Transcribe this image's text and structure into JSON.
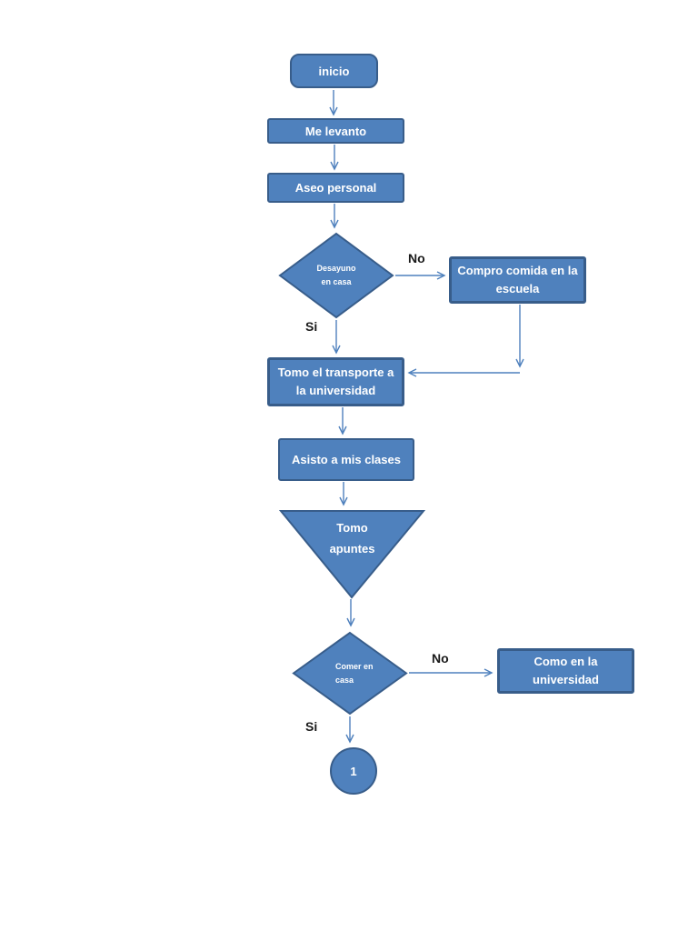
{
  "diagram": {
    "type": "flowchart",
    "language": "es",
    "title": "Daily routine flowchart",
    "colors": {
      "shape_fill": "#4f81bd",
      "shape_border": "#385d8a",
      "connector": "#4f81bd",
      "node_text": "#ffffff",
      "edge_label_text": "#1a1a1a",
      "background": "#ffffff"
    },
    "nodes": {
      "inicio": {
        "shape": "rounded-rectangle",
        "label": "inicio"
      },
      "me_levanto": {
        "shape": "rectangle",
        "label": "Me levanto"
      },
      "aseo_personal": {
        "shape": "rectangle",
        "label": "Aseo personal"
      },
      "desayuno_en_casa": {
        "shape": "decision-diamond",
        "label": "Desayuno\nen casa"
      },
      "compro_comida": {
        "shape": "rectangle",
        "label": "Compro comida en la\nescuela"
      },
      "tomo_transporte": {
        "shape": "rectangle",
        "label": "Tomo el transporte a\nla universidad"
      },
      "asisto_clases": {
        "shape": "rectangle",
        "label": "Asisto a mis clases"
      },
      "tomo_apuntes": {
        "shape": "inverted-triangle",
        "label": "Tomo\napuntes"
      },
      "comer_en_casa": {
        "shape": "decision-diamond",
        "label": "Comer en\ncasa"
      },
      "como_universidad": {
        "shape": "rectangle",
        "label": "Como en la\nuniversidad"
      },
      "off_page_connector": {
        "shape": "circle",
        "label": "1"
      }
    },
    "edge_labels": {
      "desayuno_no": "No",
      "desayuno_si": "Si",
      "comer_no": "No",
      "comer_si": "Si"
    }
  }
}
